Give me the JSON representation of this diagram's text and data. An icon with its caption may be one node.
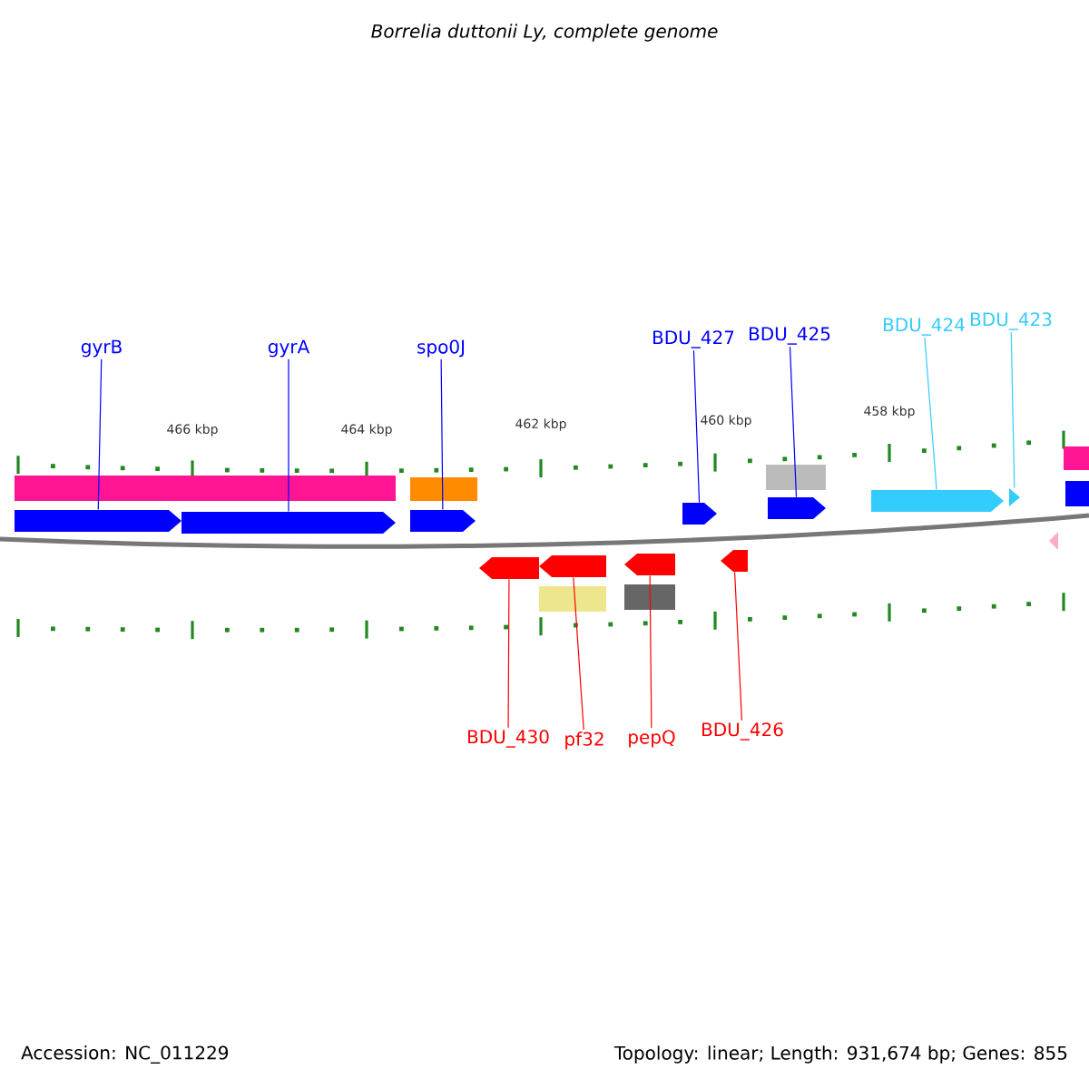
{
  "diagram": {
    "title": "*Borrelia duttonii Ly, complete genome*",
    "nodes": [
      {
        "text": [
          "gyrB"
        ]
      },
      {
        "text": [
          "gyrA"
        ]
      },
      {
        "text": [
          "spo0J"
        ]
      },
      {
        "text": [
          "BDU_427"
        ]
      },
      {
        "text": [
          "BDU_425"
        ]
      },
      {
        "text": [
          "BDU_424"
        ]
      },
      {
        "text": [
          "BDU_423"
        ]
      },
      {
        "text": [],
        "shape": "box"
      },
      {
        "text": [],
        "shape": "box"
      },
      {
        "text": [],
        "shape": "box"
      },
      {
        "text": [],
        "shape": "box"
      },
      {
        "text": [],
        "shape": "box"
      },
      {
        "text": [],
        "shape": "box"
      },
      {
        "text": [],
        "shape": "box"
      },
      {
        "text": [],
        "shape": "box"
      },
      {
        "text": [],
        "shape": "box"
      },
      {
        "text": [],
        "shape": "box"
      },
      {
        "text": [],
        "shape": "box"
      },
      {
        "text": [
          "BDU_430"
        ]
      },
      {
        "text": [
          "pf32"
        ]
      },
      {
        "text": [
          "pepQ"
        ]
      },
      {
        "text": [
          "BDU_426"
        ]
      },
      {
        "text": [],
        "shape": "bar"
      },
      {
        "text": [],
        "shape": "bar"
      },
      {
        "text": [],
        "shape": "bar"
      },
      {
        "text": [],
        "shape": "bar"
      },
      {
        "text": [],
        "shape": "bar"
      },
      {
        "text": [],
        "shape": "box"
      },
      {
        "text": [],
        "shape": "box"
      },
      {
        "text": [],
        "shape": "bar"
      },
      {
        "text": [],
        "shape": "bar"
      }
    ],
    "edges": [
      {
        "from": 0,
        "to": 7,
        "arrow": "none"
      },
      {
        "from": 1,
        "to": 8,
        "arrow": "none"
      },
      {
        "from": 2,
        "to": 9,
        "arrow": "none"
      },
      {
        "from": 3,
        "to": 10,
        "arrow": "none"
      },
      {
        "from": 4,
        "to": 11,
        "arrow": "none"
      },
      {
        "from": 5,
        "to": 12,
        "arrow": "none",
        "color": "#33ccff"
      },
      {
        "from": 6,
        "to": 13,
        "arrow": "none",
        "color": "#33ccff"
      },
      {
        "from": 18,
        "to": 14,
        "arrow": "none",
        "color": "#ff0000"
      },
      {
        "from": 19,
        "to": 15,
        "arrow": "none",
        "color": "#ff0000"
      },
      {
        "from": 20,
        "to": 16,
        "arrow": "none",
        "color": "#ff0000"
      },
      {
        "from": 21,
        "to": 17,
        "arrow": "none",
        "color": "#ff0000"
      }
    ],
    "labels": [
      "466 kbp",
      "464 kbp",
      "462 kbp",
      "460 kbp",
      "458 kbp",
      "Accession: NC_011229",
      "Topology: linear; Length: 931,674 bp; Genes: 855"
    ]
  }
}
